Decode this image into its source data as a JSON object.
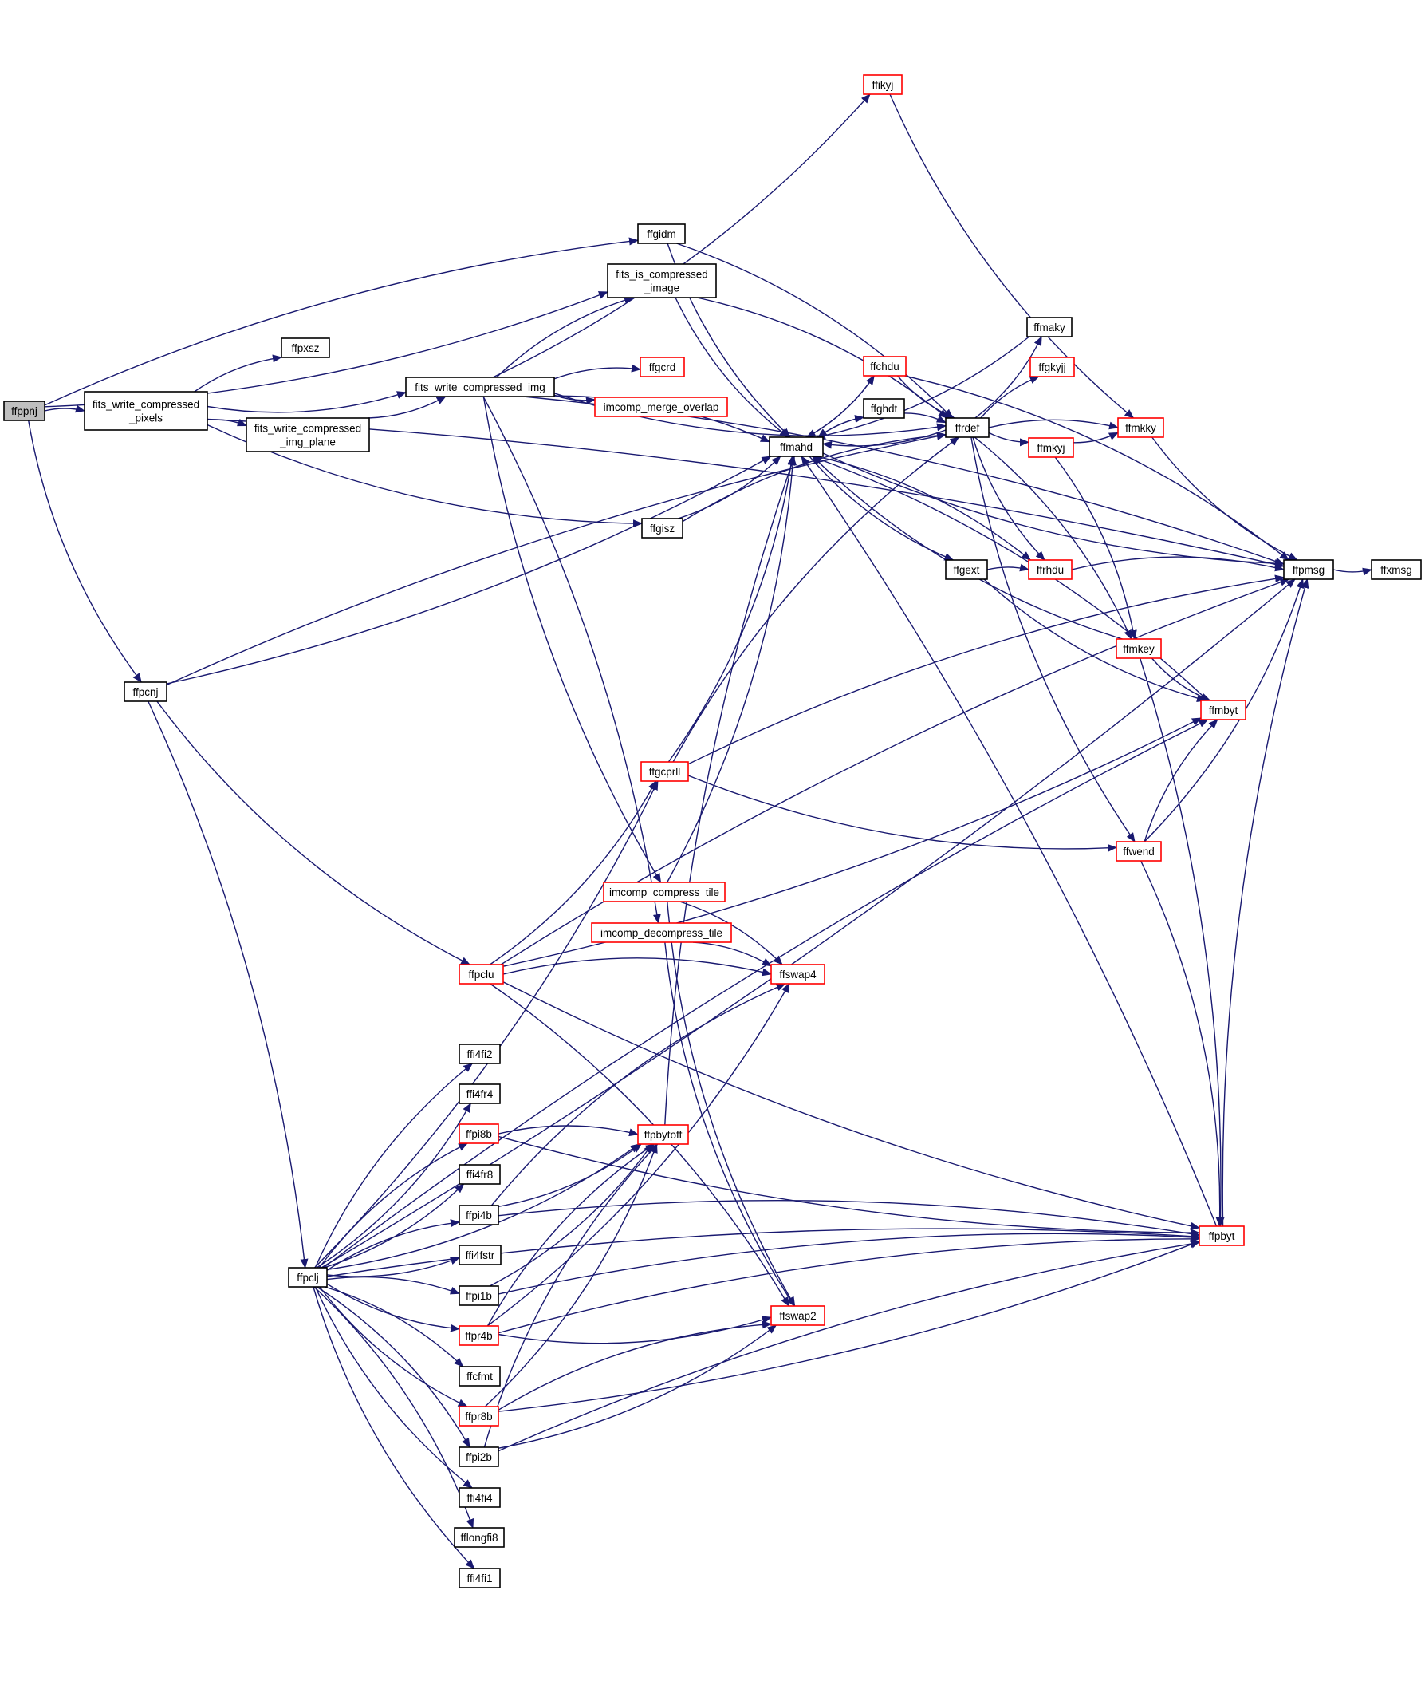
{
  "diagram": {
    "nodes": [
      {
        "id": "ffppnj",
        "lines": [
          "ffppnj"
        ],
        "style": "root"
      },
      {
        "id": "fits_write_compressed_pixels",
        "lines": [
          "fits_write_compressed",
          "_pixels"
        ],
        "style": "black"
      },
      {
        "id": "ffpcnj",
        "lines": [
          "ffpcnj"
        ],
        "style": "black"
      },
      {
        "id": "ffpclj",
        "lines": [
          "ffpclj"
        ],
        "style": "black"
      },
      {
        "id": "ffpxsz",
        "lines": [
          "ffpxsz"
        ],
        "style": "black"
      },
      {
        "id": "fits_write_compressed_img_plane",
        "lines": [
          "fits_write_compressed",
          "_img_plane"
        ],
        "style": "black"
      },
      {
        "id": "fits_write_compressed_img",
        "lines": [
          "fits_write_compressed_img"
        ],
        "style": "black"
      },
      {
        "id": "ffgidm",
        "lines": [
          "ffgidm"
        ],
        "style": "black"
      },
      {
        "id": "fits_is_compressed_image",
        "lines": [
          "fits_is_compressed",
          "_image"
        ],
        "style": "black"
      },
      {
        "id": "ffgcrd",
        "lines": [
          "ffgcrd"
        ],
        "style": "red"
      },
      {
        "id": "imcomp_merge_overlap",
        "lines": [
          "imcomp_merge_overlap"
        ],
        "style": "red"
      },
      {
        "id": "ffgisz",
        "lines": [
          "ffgisz"
        ],
        "style": "black"
      },
      {
        "id": "ffikyj",
        "lines": [
          "ffikyj"
        ],
        "style": "red"
      },
      {
        "id": "ffchdu",
        "lines": [
          "ffchdu"
        ],
        "style": "red"
      },
      {
        "id": "ffghdt",
        "lines": [
          "ffghdt"
        ],
        "style": "black"
      },
      {
        "id": "ffmahd",
        "lines": [
          "ffmahd"
        ],
        "style": "black"
      },
      {
        "id": "ffrdef",
        "lines": [
          "ffrdef"
        ],
        "style": "black"
      },
      {
        "id": "ffmaky",
        "lines": [
          "ffmaky"
        ],
        "style": "black"
      },
      {
        "id": "ffgkyjj",
        "lines": [
          "ffgkyjj"
        ],
        "style": "red"
      },
      {
        "id": "ffmkyj",
        "lines": [
          "ffmkyj"
        ],
        "style": "red"
      },
      {
        "id": "ffmkky",
        "lines": [
          "ffmkky"
        ],
        "style": "red"
      },
      {
        "id": "ffgext",
        "lines": [
          "ffgext"
        ],
        "style": "black"
      },
      {
        "id": "ffrhdu",
        "lines": [
          "ffrhdu"
        ],
        "style": "red"
      },
      {
        "id": "ffpmsg",
        "lines": [
          "ffpmsg"
        ],
        "style": "black"
      },
      {
        "id": "ffxmsg",
        "lines": [
          "ffxmsg"
        ],
        "style": "black"
      },
      {
        "id": "ffmkey",
        "lines": [
          "ffmkey"
        ],
        "style": "red"
      },
      {
        "id": "ffmbyt",
        "lines": [
          "ffmbyt"
        ],
        "style": "red"
      },
      {
        "id": "ffgcprll",
        "lines": [
          "ffgcprll"
        ],
        "style": "red"
      },
      {
        "id": "ffwend",
        "lines": [
          "ffwend"
        ],
        "style": "red"
      },
      {
        "id": "imcomp_compress_tile",
        "lines": [
          "imcomp_compress_tile"
        ],
        "style": "red"
      },
      {
        "id": "imcomp_decompress_tile",
        "lines": [
          "imcomp_decompress_tile"
        ],
        "style": "red"
      },
      {
        "id": "ffpclu",
        "lines": [
          "ffpclu"
        ],
        "style": "red"
      },
      {
        "id": "ffswap4",
        "lines": [
          "ffswap4"
        ],
        "style": "red"
      },
      {
        "id": "ffi4fi2",
        "lines": [
          "ffi4fi2"
        ],
        "style": "black"
      },
      {
        "id": "ffi4fr4",
        "lines": [
          "ffi4fr4"
        ],
        "style": "black"
      },
      {
        "id": "ffpi8b",
        "lines": [
          "ffpi8b"
        ],
        "style": "red"
      },
      {
        "id": "ffpbytoff",
        "lines": [
          "ffpbytoff"
        ],
        "style": "red"
      },
      {
        "id": "ffi4fr8",
        "lines": [
          "ffi4fr8"
        ],
        "style": "black"
      },
      {
        "id": "ffpi4b",
        "lines": [
          "ffpi4b"
        ],
        "style": "black"
      },
      {
        "id": "ffpbyt",
        "lines": [
          "ffpbyt"
        ],
        "style": "red"
      },
      {
        "id": "ffi4fstr",
        "lines": [
          "ffi4fstr"
        ],
        "style": "black"
      },
      {
        "id": "ffpi1b",
        "lines": [
          "ffpi1b"
        ],
        "style": "black"
      },
      {
        "id": "ffpr4b",
        "lines": [
          "ffpr4b"
        ],
        "style": "red"
      },
      {
        "id": "ffswap2",
        "lines": [
          "ffswap2"
        ],
        "style": "red"
      },
      {
        "id": "ffcfmt",
        "lines": [
          "ffcfmt"
        ],
        "style": "black"
      },
      {
        "id": "ffpr8b",
        "lines": [
          "ffpr8b"
        ],
        "style": "red"
      },
      {
        "id": "ffpi2b",
        "lines": [
          "ffpi2b"
        ],
        "style": "black"
      },
      {
        "id": "ffi4fi4",
        "lines": [
          "ffi4fi4"
        ],
        "style": "black"
      },
      {
        "id": "fflongfi8",
        "lines": [
          "fflongfi8"
        ],
        "style": "black"
      },
      {
        "id": "ffi4fi1",
        "lines": [
          "ffi4fi1"
        ],
        "style": "black"
      }
    ],
    "edges": [
      [
        "ffppnj",
        "fits_write_compressed_pixels"
      ],
      [
        "ffppnj",
        "ffpcnj"
      ],
      [
        "ffppnj",
        "ffgidm"
      ],
      [
        "ffppnj",
        "fits_is_compressed_image"
      ],
      [
        "fits_write_compressed_pixels",
        "ffpxsz"
      ],
      [
        "fits_write_compressed_pixels",
        "fits_write_compressed_img"
      ],
      [
        "fits_write_compressed_pixels",
        "fits_write_compressed_img_plane"
      ],
      [
        "fits_write_compressed_pixels",
        "ffgisz"
      ],
      [
        "fits_write_compressed_pixels",
        "ffpmsg"
      ],
      [
        "fits_write_compressed_img_plane",
        "fits_write_compressed_img"
      ],
      [
        "fits_write_compressed_img",
        "ffgcrd"
      ],
      [
        "fits_write_compressed_img",
        "imcomp_merge_overlap"
      ],
      [
        "fits_write_compressed_img",
        "fits_is_compressed_image"
      ],
      [
        "fits_write_compressed_img",
        "ffikyj"
      ],
      [
        "fits_write_compressed_img",
        "ffmahd"
      ],
      [
        "fits_write_compressed_img",
        "ffrdef"
      ],
      [
        "fits_write_compressed_img",
        "ffpmsg"
      ],
      [
        "fits_write_compressed_img",
        "imcomp_compress_tile"
      ],
      [
        "fits_write_compressed_img",
        "imcomp_decompress_tile"
      ],
      [
        "ffgidm",
        "ffmahd"
      ],
      [
        "ffgidm",
        "ffrdef"
      ],
      [
        "fits_is_compressed_image",
        "ffmahd"
      ],
      [
        "fits_is_compressed_image",
        "ffrdef"
      ],
      [
        "ffgisz",
        "ffmahd"
      ],
      [
        "ffgisz",
        "ffrdef"
      ],
      [
        "ffikyj",
        "ffmkky"
      ],
      [
        "ffchdu",
        "ffmahd"
      ],
      [
        "ffchdu",
        "ffrdef"
      ],
      [
        "ffchdu",
        "ffpmsg"
      ],
      [
        "ffghdt",
        "ffmahd"
      ],
      [
        "ffghdt",
        "ffrdef"
      ],
      [
        "ffmahd",
        "ffchdu"
      ],
      [
        "ffmahd",
        "ffghdt"
      ],
      [
        "ffmahd",
        "ffgext"
      ],
      [
        "ffmahd",
        "ffrhdu"
      ],
      [
        "ffmahd",
        "ffpmsg"
      ],
      [
        "ffrdef",
        "ffmahd"
      ],
      [
        "ffrdef",
        "ffmaky"
      ],
      [
        "ffrdef",
        "ffgkyjj"
      ],
      [
        "ffrdef",
        "ffmkyj"
      ],
      [
        "ffrdef",
        "ffmkky"
      ],
      [
        "ffrdef",
        "ffrhdu"
      ],
      [
        "ffrdef",
        "ffmkey"
      ],
      [
        "ffrdef",
        "ffwend"
      ],
      [
        "ffmaky",
        "ffmahd"
      ],
      [
        "ffmkyj",
        "ffmkky"
      ],
      [
        "ffmkyj",
        "ffmkey"
      ],
      [
        "ffmkky",
        "ffpmsg"
      ],
      [
        "ffgext",
        "ffrhdu"
      ],
      [
        "ffgext",
        "ffmbyt"
      ],
      [
        "ffrhdu",
        "ffpmsg"
      ],
      [
        "ffpmsg",
        "ffxmsg"
      ],
      [
        "ffmkey",
        "ffmahd"
      ],
      [
        "ffmkey",
        "ffmbyt"
      ],
      [
        "ffmkey",
        "ffpbyt"
      ],
      [
        "ffmbyt",
        "ffmahd"
      ],
      [
        "ffwend",
        "ffmbyt"
      ],
      [
        "ffwend",
        "ffpmsg"
      ],
      [
        "ffwend",
        "ffpbyt"
      ],
      [
        "ffpbyt",
        "ffmahd"
      ],
      [
        "ffpbyt",
        "ffpmsg"
      ],
      [
        "ffpcnj",
        "ffmahd"
      ],
      [
        "ffpcnj",
        "ffrdef"
      ],
      [
        "ffpcnj",
        "ffpclu"
      ],
      [
        "ffpcnj",
        "ffpclj"
      ],
      [
        "ffpclu",
        "ffgcprll"
      ],
      [
        "ffpclu",
        "ffswap4"
      ],
      [
        "ffpclu",
        "ffmbyt"
      ],
      [
        "ffpclu",
        "ffpmsg"
      ],
      [
        "ffpclu",
        "ffpbyt"
      ],
      [
        "ffpclu",
        "ffswap2"
      ],
      [
        "ffgcprll",
        "ffmahd"
      ],
      [
        "ffgcprll",
        "ffrdef"
      ],
      [
        "ffgcprll",
        "ffwend"
      ],
      [
        "ffgcprll",
        "ffpmsg"
      ],
      [
        "imcomp_compress_tile",
        "ffmahd"
      ],
      [
        "imcomp_compress_tile",
        "ffswap4"
      ],
      [
        "imcomp_compress_tile",
        "ffswap2"
      ],
      [
        "imcomp_decompress_tile",
        "ffswap4"
      ],
      [
        "imcomp_decompress_tile",
        "ffswap2"
      ],
      [
        "ffpbytoff",
        "ffmahd"
      ],
      [
        "ffpclj",
        "ffgcprll"
      ],
      [
        "ffpclj",
        "ffmbyt"
      ],
      [
        "ffpclj",
        "ffpbytoff"
      ],
      [
        "ffpclj",
        "ffi4fi2"
      ],
      [
        "ffpclj",
        "ffi4fr4"
      ],
      [
        "ffpclj",
        "ffpi8b"
      ],
      [
        "ffpclj",
        "ffi4fr8"
      ],
      [
        "ffpclj",
        "ffpi4b"
      ],
      [
        "ffpclj",
        "ffi4fstr"
      ],
      [
        "ffpclj",
        "ffpi1b"
      ],
      [
        "ffpclj",
        "ffpr4b"
      ],
      [
        "ffpclj",
        "ffcfmt"
      ],
      [
        "ffpclj",
        "ffpr8b"
      ],
      [
        "ffpclj",
        "ffpi2b"
      ],
      [
        "ffpclj",
        "ffi4fi4"
      ],
      [
        "ffpclj",
        "fflongfi8"
      ],
      [
        "ffpclj",
        "ffi4fi1"
      ],
      [
        "ffpclj",
        "ffpbyt"
      ],
      [
        "ffpclj",
        "ffpmsg"
      ],
      [
        "ffpi8b",
        "ffpbytoff"
      ],
      [
        "ffpi8b",
        "ffpbyt"
      ],
      [
        "ffpi4b",
        "ffswap4"
      ],
      [
        "ffpi4b",
        "ffpbytoff"
      ],
      [
        "ffpi4b",
        "ffpbyt"
      ],
      [
        "ffpi1b",
        "ffpbytoff"
      ],
      [
        "ffpi1b",
        "ffpbyt"
      ],
      [
        "ffpr4b",
        "ffswap4"
      ],
      [
        "ffpr4b",
        "ffpbytoff"
      ],
      [
        "ffpr4b",
        "ffswap2"
      ],
      [
        "ffpr4b",
        "ffpbyt"
      ],
      [
        "ffpr8b",
        "ffpbytoff"
      ],
      [
        "ffpr8b",
        "ffswap2"
      ],
      [
        "ffpr8b",
        "ffpbyt"
      ],
      [
        "ffpi2b",
        "ffpbytoff"
      ],
      [
        "ffpi2b",
        "ffswap2"
      ],
      [
        "ffpi2b",
        "ffpbyt"
      ]
    ]
  }
}
